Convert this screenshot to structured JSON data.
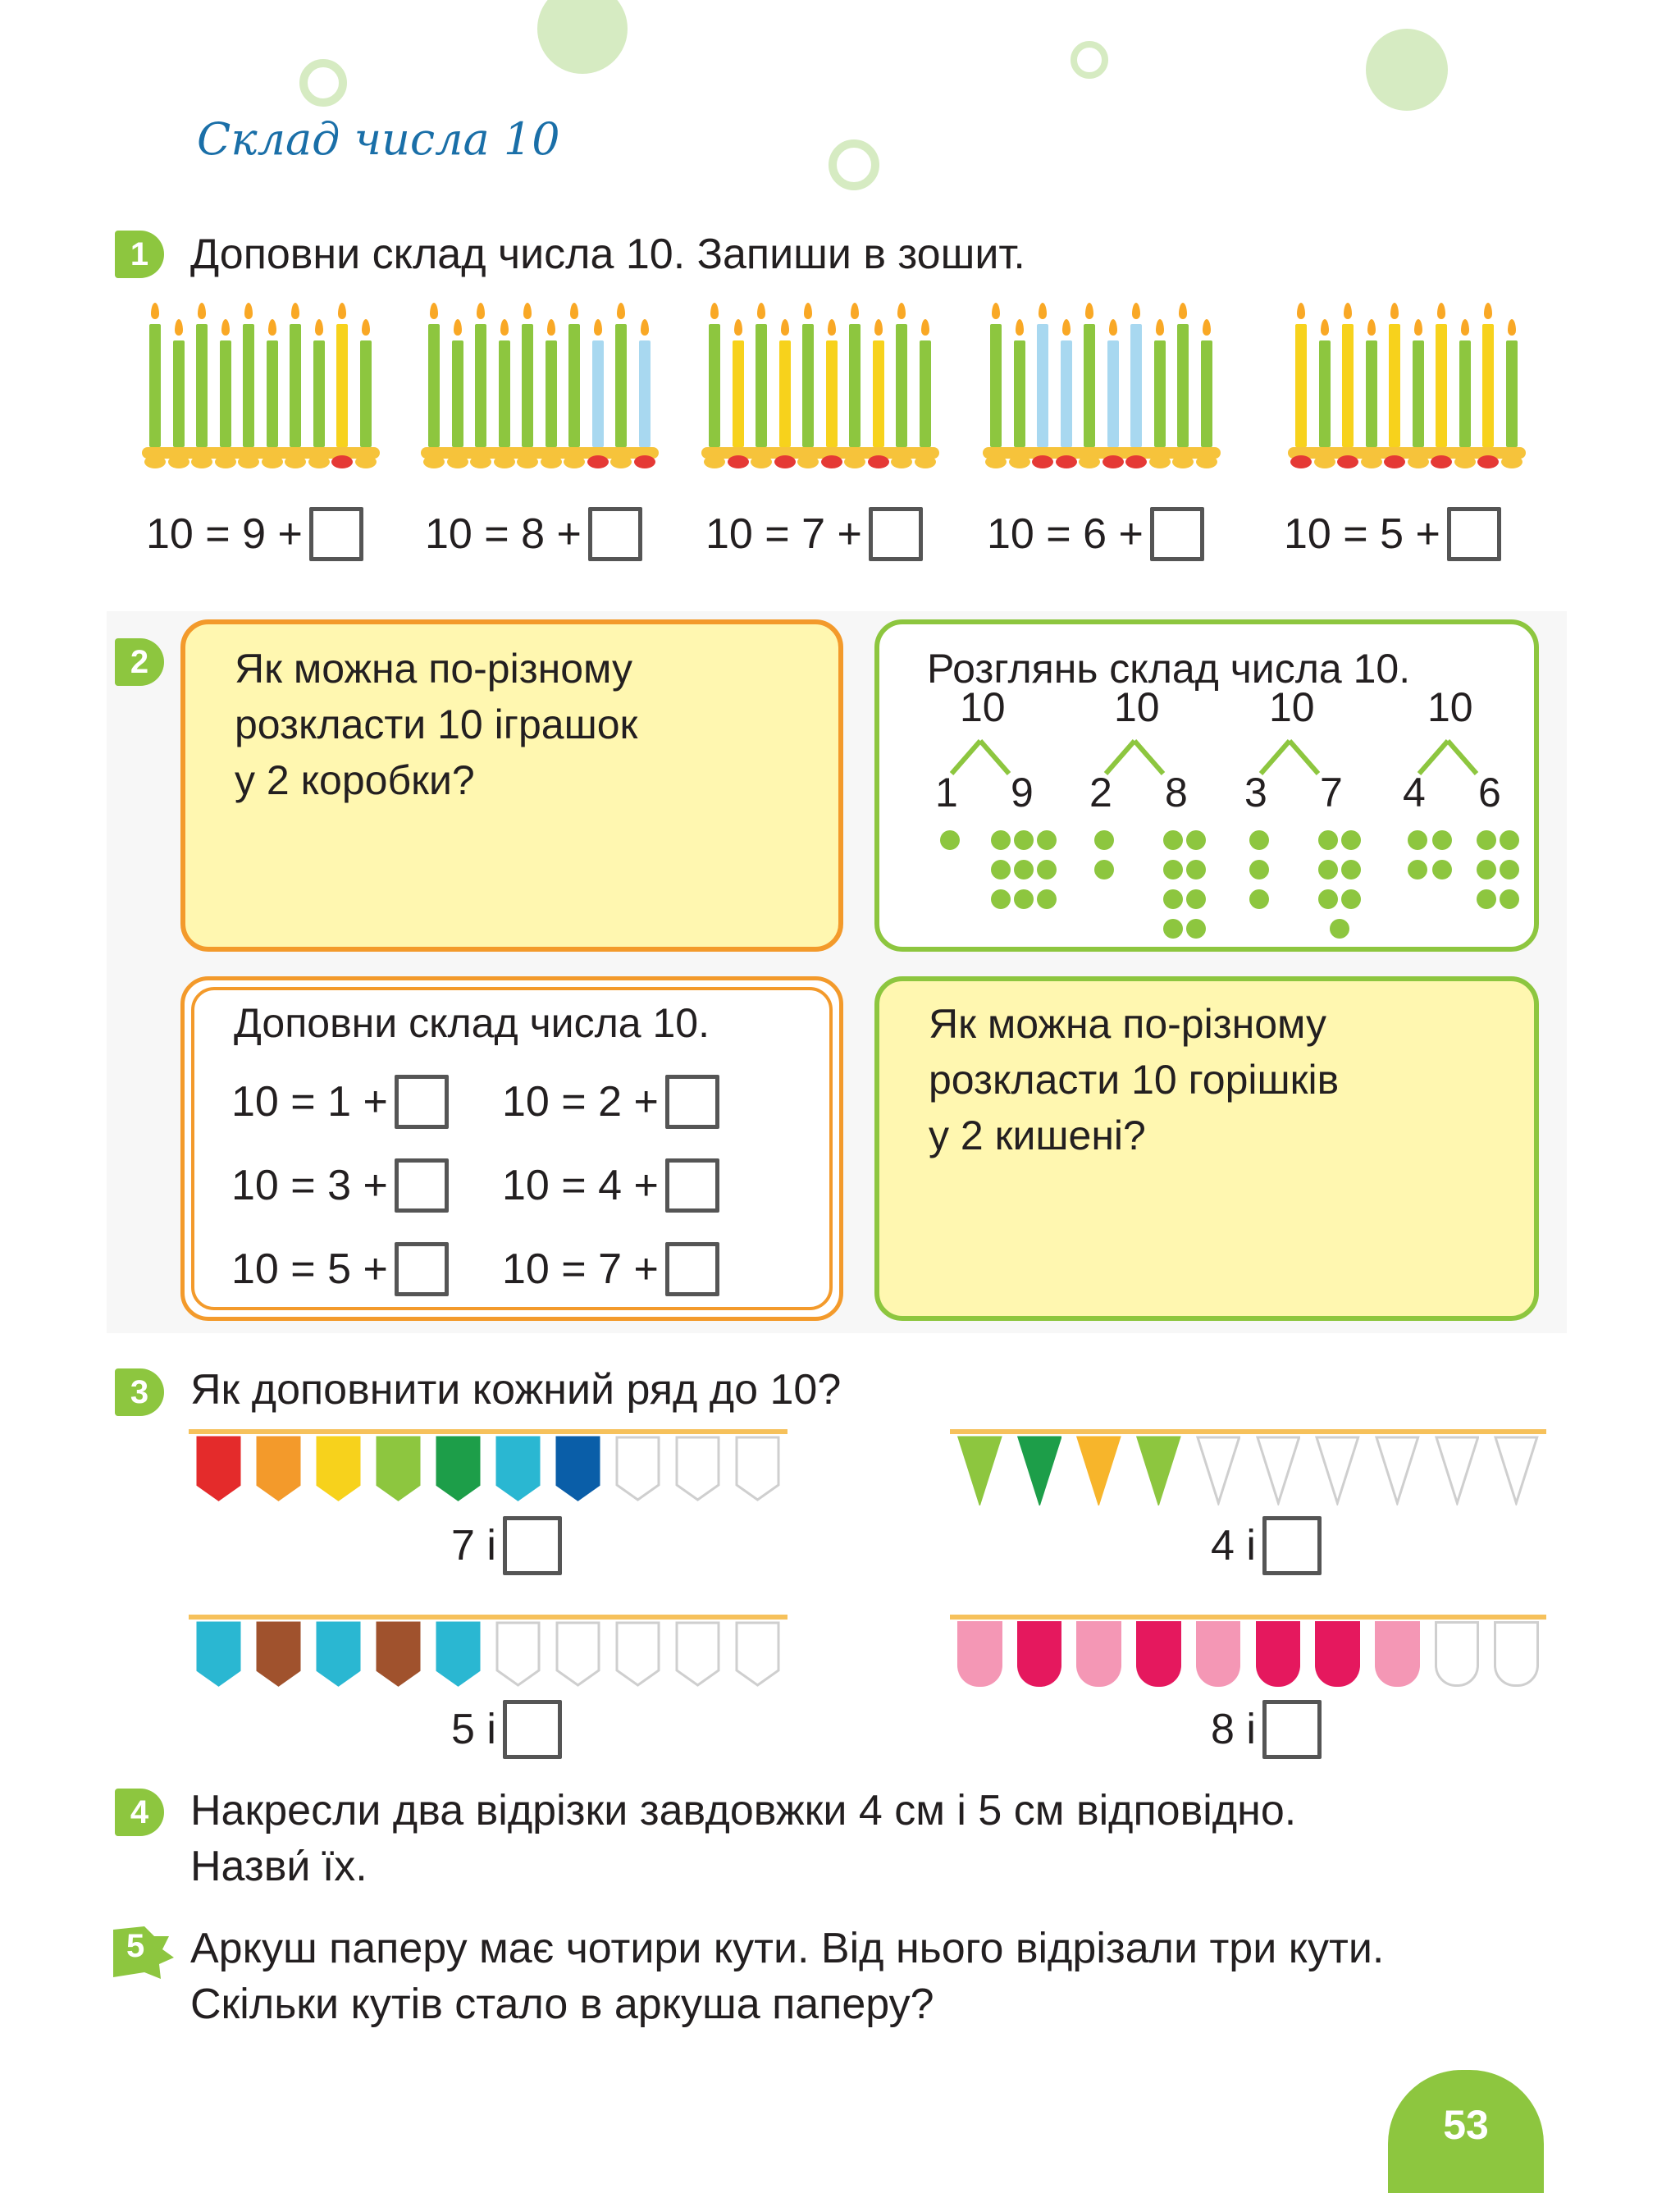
{
  "page": {
    "title": "Склад числа 10",
    "page_number": "53"
  },
  "task1": {
    "number": "1",
    "text": "Доповни склад числа 10. Запиши в зошит.",
    "equations": [
      "10 = 9 +",
      "10 = 8 +",
      "10 = 7 +",
      "10 = 6 +",
      "10 = 5 +"
    ]
  },
  "task2": {
    "number": "2",
    "card_toys": {
      "lines": [
        "Як можна по-різному",
        "розкласти 10 іграшок",
        "у 2 коробки?"
      ]
    },
    "card_compose": {
      "title": "Розглянь склад числа 10.",
      "trees": [
        {
          "top": "10",
          "left": "1",
          "right": "9"
        },
        {
          "top": "10",
          "left": "2",
          "right": "8"
        },
        {
          "top": "10",
          "left": "3",
          "right": "7"
        },
        {
          "top": "10",
          "left": "4",
          "right": "6"
        }
      ]
    },
    "card_fill": {
      "title": "Доповни склад числа 10.",
      "equations": [
        "10 = 1 +",
        "10 = 2 +",
        "10 = 3 +",
        "10 = 4 +",
        "10 = 5 +",
        "10 = 7 +"
      ]
    },
    "card_nuts": {
      "lines": [
        "Як можна по-різному",
        "розкласти 10 горішків",
        "у 2 кишені?"
      ]
    }
  },
  "task3": {
    "number": "3",
    "text": "Як доповнити кожний ряд до 10?",
    "rows": [
      {
        "label": "7 і",
        "filled": 7,
        "total": 10
      },
      {
        "label": "4 і",
        "filled": 4,
        "total": 10
      },
      {
        "label": "5 і",
        "filled": 5,
        "total": 10
      },
      {
        "label": "8 і",
        "filled": 8,
        "total": 10
      }
    ]
  },
  "task4": {
    "number": "4",
    "lines": [
      "Накресли два відрізки завдовжки 4 см і 5 см відповідно.",
      "Назви́ їх."
    ]
  },
  "task5": {
    "number": "5",
    "lines": [
      "Аркуш паперу має чотири кути. Від нього відрізали три кути.",
      "Скільки кутів стало в аркуша паперу?"
    ]
  },
  "colors": {
    "green": "#8dc63f",
    "orange": "#f39a2b",
    "yellow_fill": "#fff7b0",
    "title_blue": "#1a6fa8",
    "deco_green": "#d6ebc2"
  }
}
